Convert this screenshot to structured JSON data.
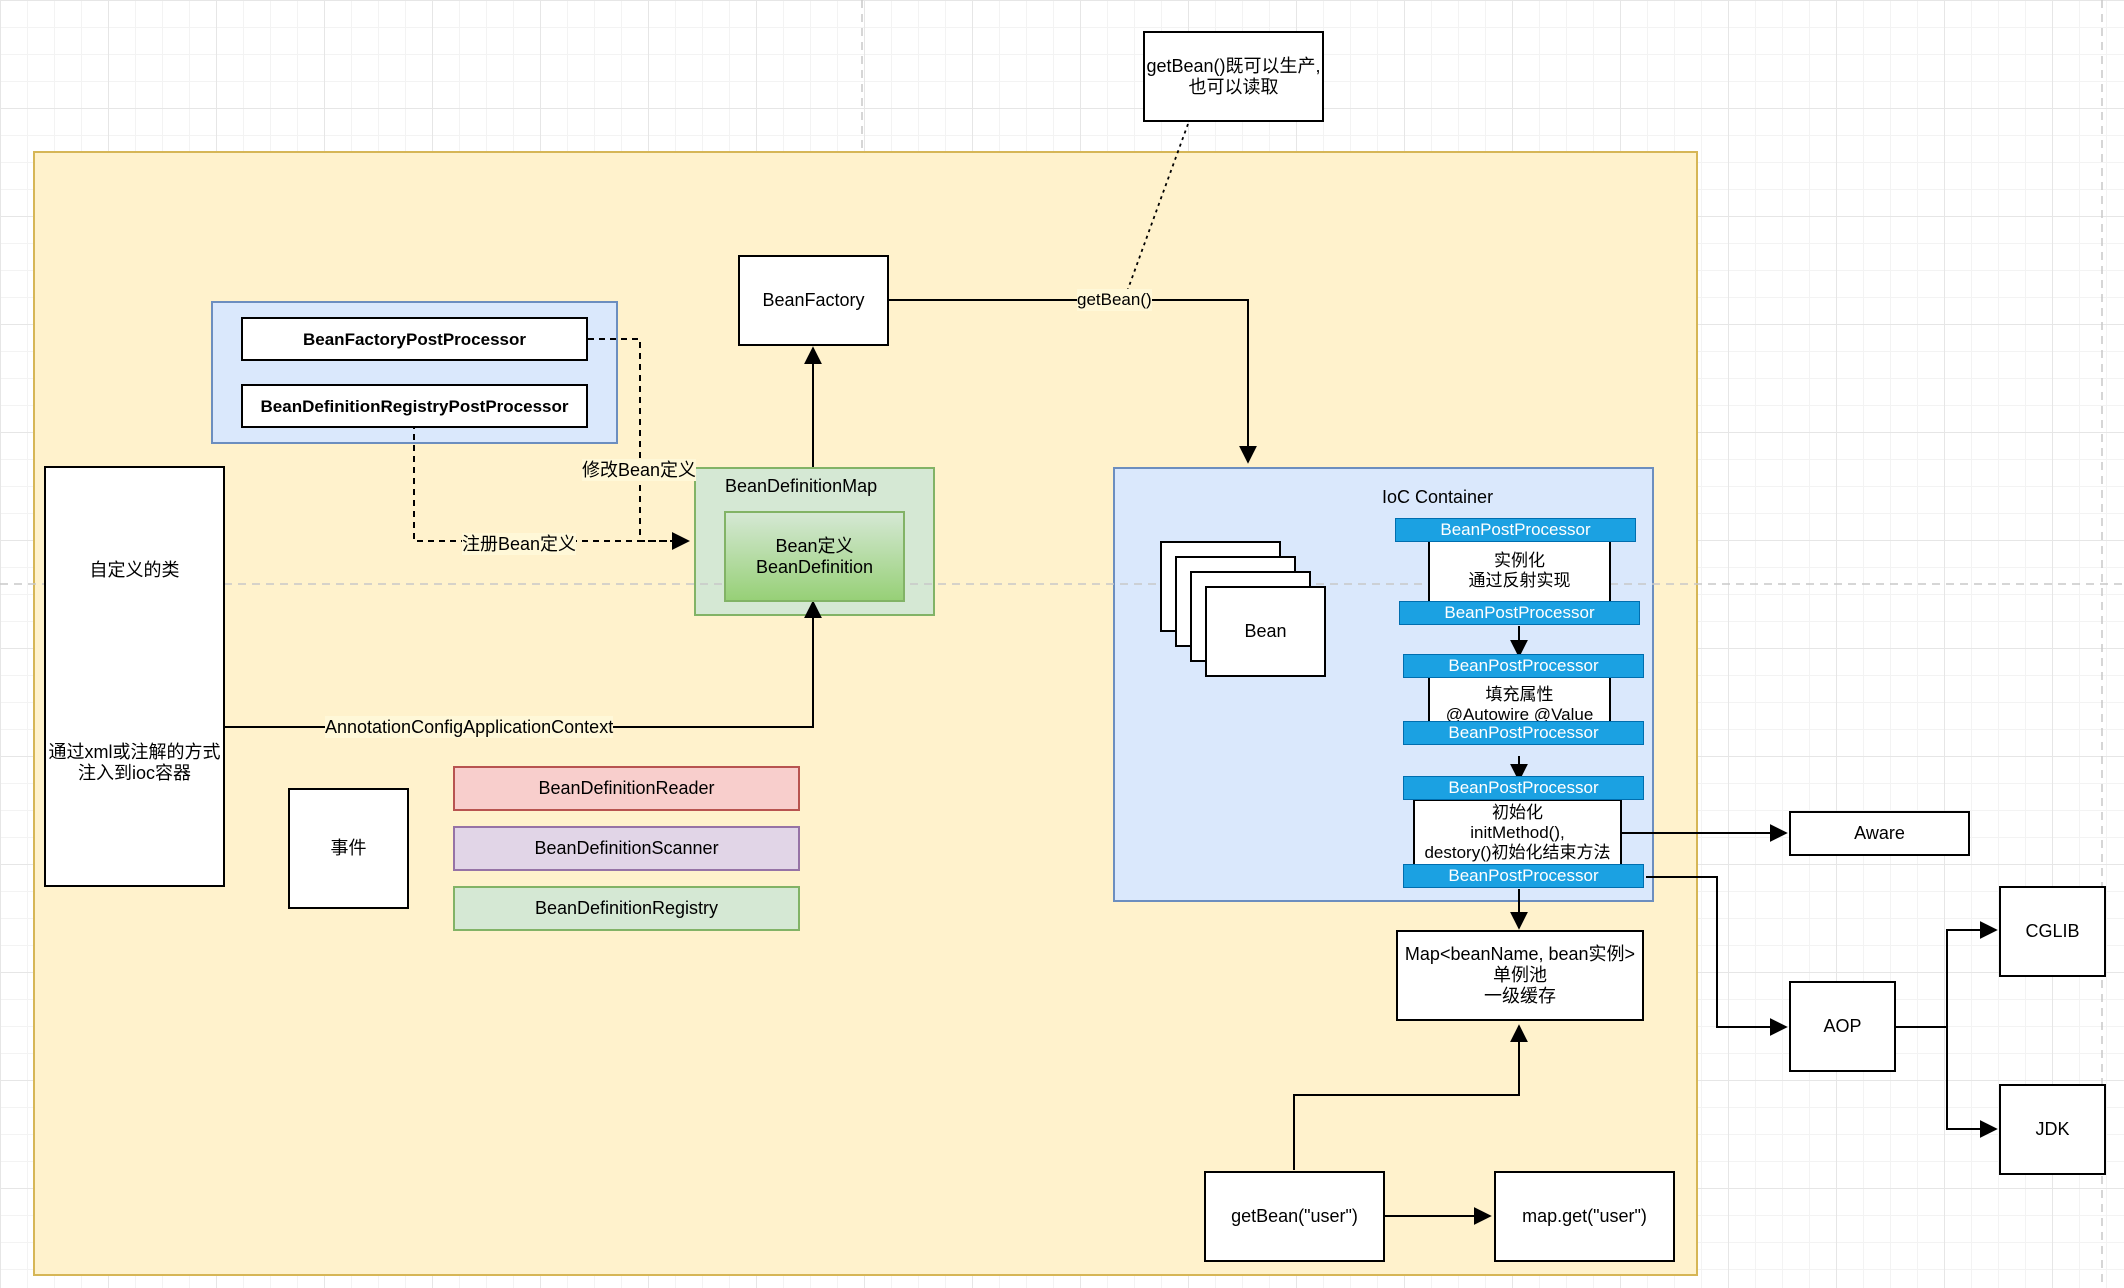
{
  "diagram": {
    "note": {
      "line1": "getBean()既可以生产,",
      "line2": "也可以读取"
    },
    "bean_factory": "BeanFactory",
    "get_bean_edge": "getBean()",
    "post_processors": {
      "factory": "BeanFactoryPostProcessor",
      "registry": "BeanDefinitionRegistryPostProcessor"
    },
    "modify_label": "修改Bean定义",
    "register_label": "注册Bean定义",
    "bean_definition_map": {
      "title": "BeanDefinitionMap",
      "inner_line1": "Bean定义",
      "inner_line2": "BeanDefinition"
    },
    "custom_class": {
      "line1": "自定义的类",
      "line2": "通过xml或注解的方式",
      "line3": "注入到ioc容器"
    },
    "context_edge": "AnnotationConfigApplicationContext",
    "event": "事件",
    "reader": "BeanDefinitionReader",
    "scanner": "BeanDefinitionScanner",
    "registry": "BeanDefinitionRegistry",
    "ioc": {
      "title": "IoC Container",
      "bean": "Bean",
      "bpp": "BeanPostProcessor",
      "instantiate": {
        "line1": "实例化",
        "line2": "通过反射实现"
      },
      "populate": {
        "line1": "填充属性",
        "line2": "@Autowire @Value"
      },
      "init": {
        "line1": "初始化",
        "line2": "initMethod(),",
        "line3": "destory()初始化结束方法"
      }
    },
    "singleton_map": {
      "line1": "Map<beanName, bean实例>",
      "line2": "单例池",
      "line3": "一级缓存"
    },
    "get_bean_user": "getBean(\"user\")",
    "map_get_user": "map.get(\"user\")",
    "aware": "Aware",
    "aop": "AOP",
    "cglib": "CGLIB",
    "jdk": "JDK"
  }
}
